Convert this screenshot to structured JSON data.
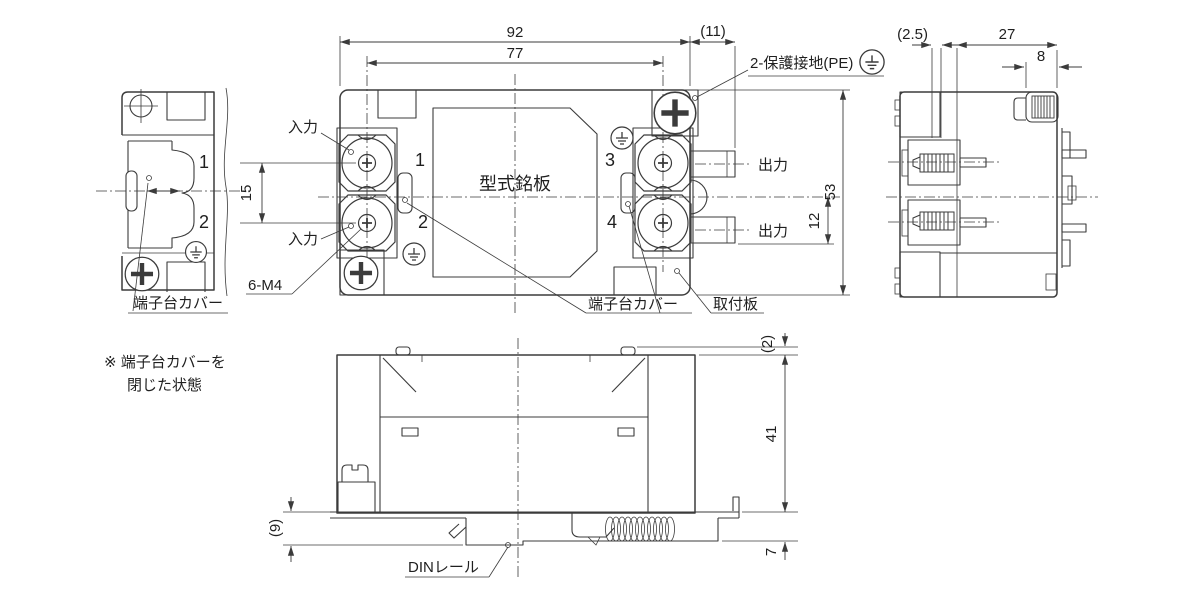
{
  "colors": {
    "line": "#3b3b3b",
    "background": "#ffffff",
    "text": "#1f1f1f"
  },
  "views": {
    "left": {
      "terminals": {
        "t1": "1",
        "t2": "2"
      },
      "labels": {
        "cover": "端子台カバー"
      },
      "note": {
        "line1": "※ 端子台カバーを",
        "line2": "閉じた状態"
      }
    },
    "front": {
      "dims": {
        "overall_width": "92",
        "pitch_width": "77",
        "overhang": "(11)",
        "input_pitch": "15",
        "height": "53",
        "output_offset": "12"
      },
      "labels": {
        "pe": "2-保護接地(PE)",
        "input_a": "入力",
        "input_b": "入力",
        "output_a": "出力",
        "output_b": "出力",
        "nameplate": "型式銘板",
        "screws": "6-M4",
        "cover": "端子台カバー",
        "mount_plate": "取付板"
      },
      "terminals": {
        "t1": "1",
        "t2": "2",
        "t3": "3",
        "t4": "4"
      }
    },
    "right": {
      "dims": {
        "plate": "(2.5)",
        "depth": "27",
        "screw_width": "8"
      }
    },
    "bottom": {
      "dims": {
        "bump": "(2)",
        "body_height": "41",
        "rail": "7",
        "left": "(9)"
      },
      "labels": {
        "din_rail": "DINレール"
      }
    }
  }
}
